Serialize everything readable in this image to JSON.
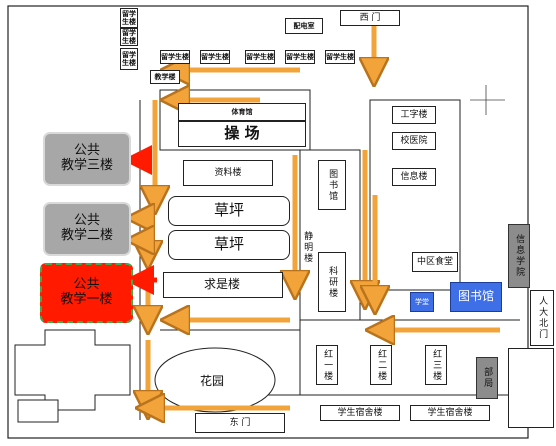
{
  "labels": {
    "west_gate": "西  门",
    "east_gate": "东  门",
    "playground": "操  场",
    "lawn_1": "草坪",
    "lawn_2": "草坪",
    "qiushi": "求是楼",
    "garden": "花园",
    "canteen": "中区食堂",
    "library": "图书馆",
    "library_small": "学堂",
    "gong_yi": "公共\n教学一楼",
    "gong_er": "公共\n教学二楼",
    "gong_san": "公共\n教学三楼",
    "info_school": "信息学院",
    "renda_north": "人大北门",
    "dept": "部局",
    "hong_yi": "红一楼",
    "hong_er": "红二楼",
    "hong_san": "红三楼",
    "ziliao": "资料楼",
    "jingshen": "图书馆",
    "jingyan": "科研楼",
    "jingzheng": "静明楼",
    "gongzi": "工字楼",
    "xiaoyi": "校医院",
    "xinxilou": "信息楼",
    "xuexi": "学生宿舍楼",
    "xuexi2": "学生宿舍楼",
    "tiyu": "体育馆",
    "top_small_1": "留学生楼",
    "top_small_2": "留学生楼",
    "top_small_3": "留学生楼",
    "top_small_4": "留学生楼",
    "top_small_5": "留学生楼",
    "top_small_6": "留学生楼",
    "top_small_7": "留学生楼",
    "top_small_8": "留学生楼",
    "top_small_9": "教学楼",
    "top_small_10": "配电室"
  },
  "colors": {
    "arrow": "#f2a33a",
    "arrow_stroke": "#b8731c",
    "red_arrow": "#ff1a00",
    "road": "#222222"
  }
}
